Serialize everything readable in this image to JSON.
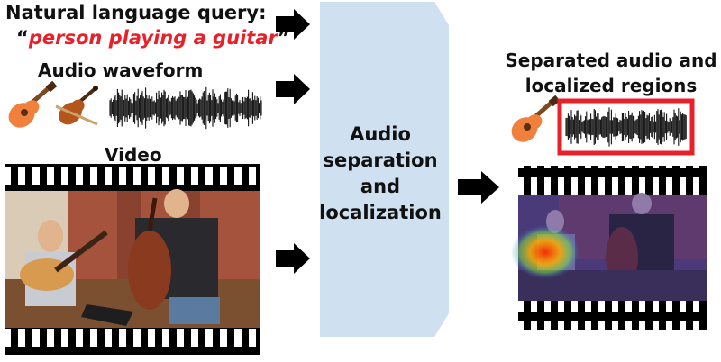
{
  "inputs": {
    "query_label": "Natural language query:",
    "query_open_quote": "“",
    "query_text": "person playing a guitar",
    "query_close_quote": "”",
    "audio_label": "Audio waveform",
    "video_label": "Video"
  },
  "process": {
    "lines": [
      "Audio",
      "separation",
      "and",
      "localization"
    ]
  },
  "output": {
    "label_line1": "Separated audio and",
    "label_line2": "localized regions"
  },
  "colors": {
    "query_highlight": "#e8202a",
    "block_fill": "#cfe0f1",
    "waveform": "#111111",
    "selection_border": "#e8202a",
    "film": "#000000",
    "heatmap_overlay": "#5a3a9a"
  },
  "icons": [
    "guitar-icon",
    "violin-icon",
    "guitar-icon"
  ]
}
